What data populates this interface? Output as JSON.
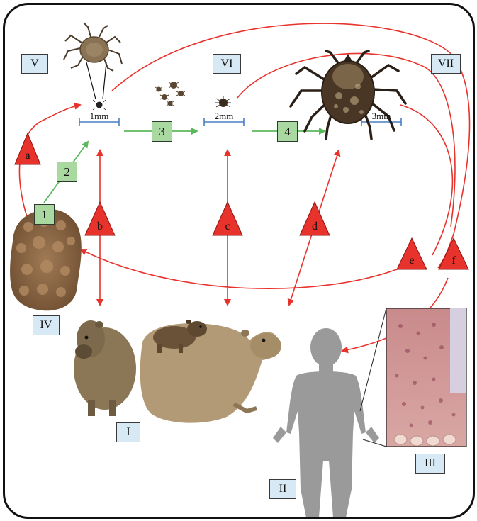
{
  "stages": {
    "I": "I",
    "II": "II",
    "III": "III",
    "IV": "IV",
    "V": "V",
    "VI": "VI",
    "VII": "VII"
  },
  "steps": {
    "s1": "1",
    "s2": "2",
    "s3": "3",
    "s4": "4"
  },
  "routes": {
    "a": "a",
    "b": "b",
    "c": "c",
    "d": "d",
    "e": "e",
    "f": "f"
  },
  "scales": {
    "larva": "1mm",
    "nymph": "2mm",
    "adult": "3mm"
  },
  "colors": {
    "transmission": "#e8322c",
    "development": "#5cb85c",
    "scale_bar": "#4a7fc1",
    "label_box": "#d7e9f4",
    "step_box": "#a9d8a0"
  },
  "icons": [
    "larva-tick-icon",
    "nymph-tick-icon",
    "adult-tick-icon",
    "egg-mass-icon",
    "capybara-icon",
    "capybara-pup-icon",
    "human-silhouette-icon",
    "rash-foot-icon"
  ]
}
